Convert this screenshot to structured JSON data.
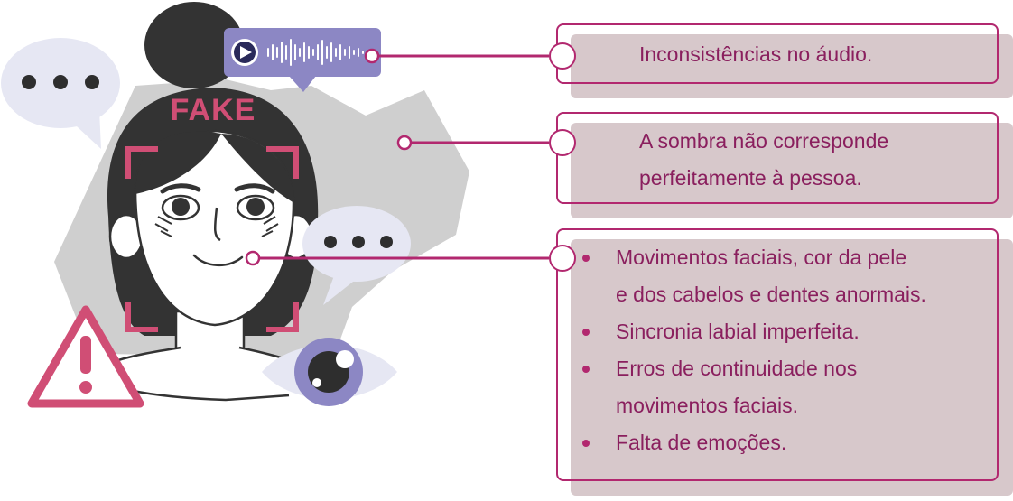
{
  "illustration": {
    "badge_label": "FAKE",
    "icons": [
      "speech-bubble-ellipsis-icon",
      "audio-play-icon",
      "sound-wave-icon",
      "warning-triangle-icon",
      "eye-icon",
      "woman-portrait"
    ],
    "colors": {
      "accent": "#b2286f",
      "badge": "#d04e75",
      "audio_bubble": "#8c87c4",
      "bubble": "#e6e7f3",
      "shadow_shape": "#cfcfcf",
      "hair": "#333333"
    }
  },
  "callouts": {
    "audio": {
      "text": "Inconsistências no áudio."
    },
    "shadow": {
      "line1": "A sombra não corresponde",
      "line2": "perfeitamente à pessoa."
    },
    "face": {
      "items": [
        {
          "lines": [
            "Movimentos faciais, cor da pele",
            "e dos cabelos e dentes anormais."
          ]
        },
        {
          "lines": [
            "Sincronia labial imperfeita."
          ]
        },
        {
          "lines": [
            "Erros de continuidade nos",
            "movimentos faciais."
          ]
        },
        {
          "lines": [
            "Falta de emoções."
          ]
        }
      ]
    }
  }
}
